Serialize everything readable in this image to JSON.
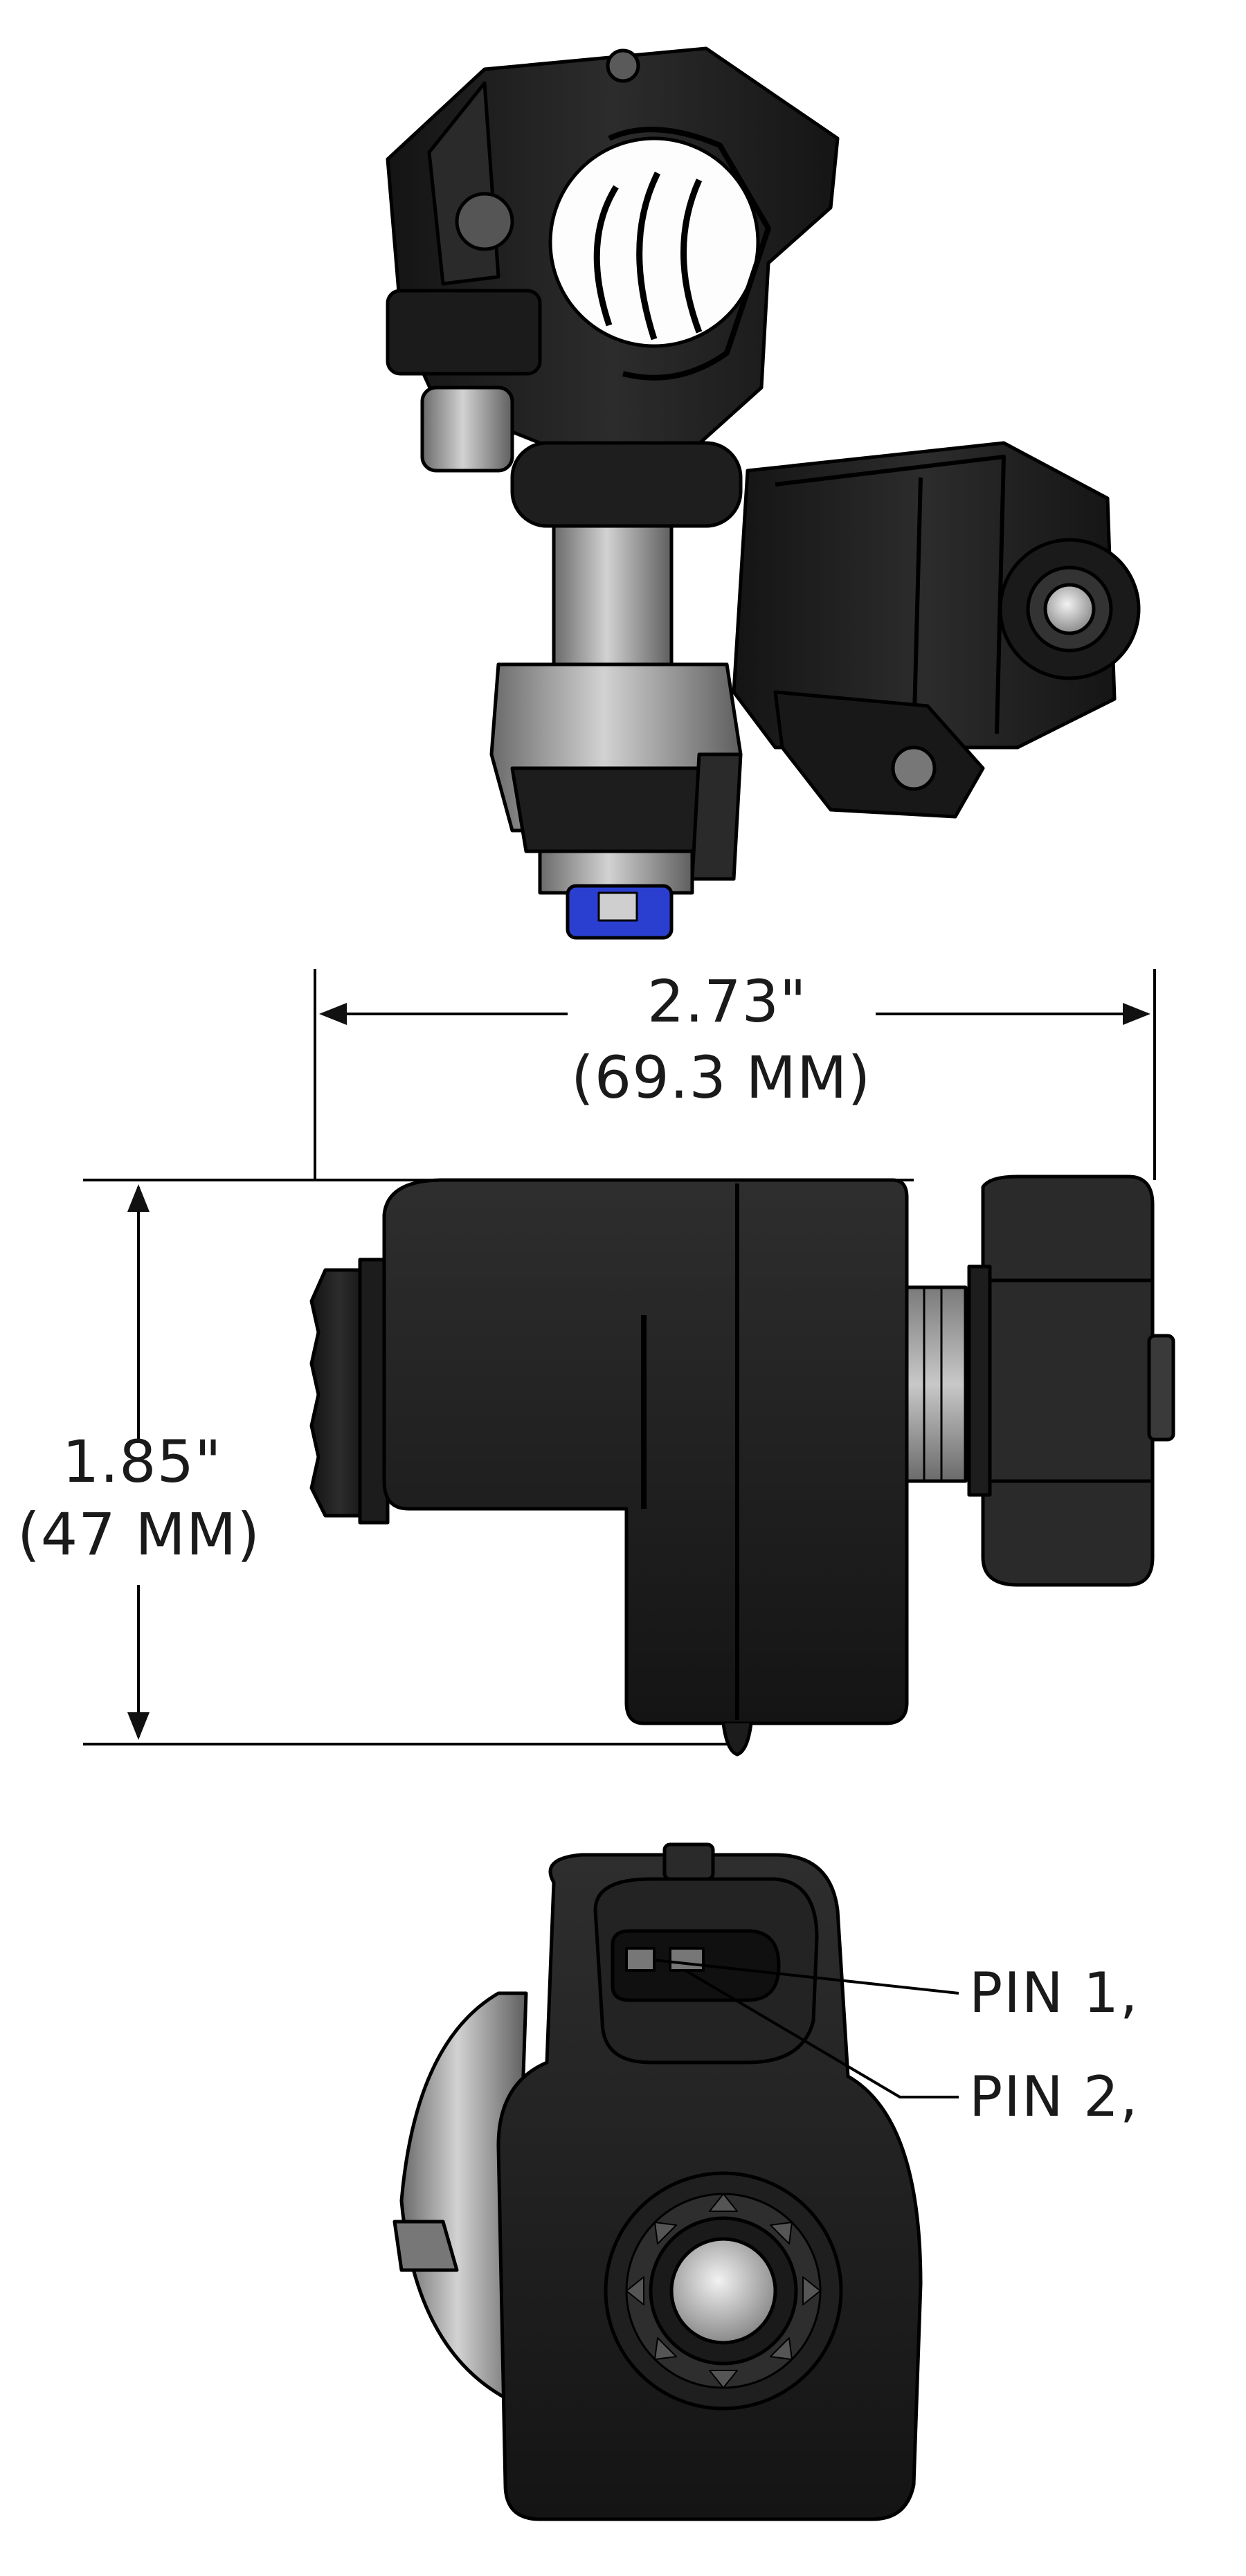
{
  "dimensions": {
    "width": {
      "imperial": "2.73\"",
      "metric": "(69.3 MM)"
    },
    "height": {
      "imperial": "1.85\"",
      "metric": "(47 MM)"
    }
  },
  "pins": [
    {
      "label": "PIN 1,"
    },
    {
      "label": "PIN 2,"
    }
  ],
  "colors": {
    "body": "#1e1e1e",
    "outline": "#000000",
    "metal": "#8e8e8e",
    "nozzle_accent": "#2a3fd0"
  }
}
